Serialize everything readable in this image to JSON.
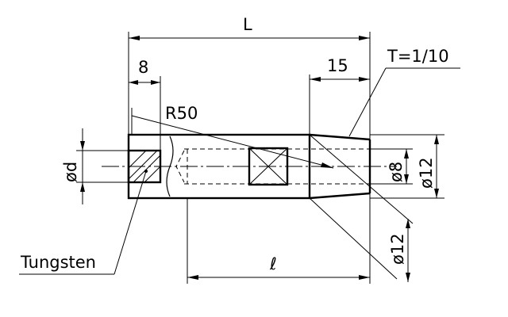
{
  "labels": {
    "overall_length": "L",
    "left_dim": "8",
    "right_dim": "15",
    "taper": "T=1/10",
    "radius": "R50",
    "dia_d": "ød",
    "dia_8": "ø8",
    "dia_12_right": "ø12",
    "dia_12_diag": "ø12",
    "bore_length": "ℓ",
    "material": "Tungsten"
  }
}
